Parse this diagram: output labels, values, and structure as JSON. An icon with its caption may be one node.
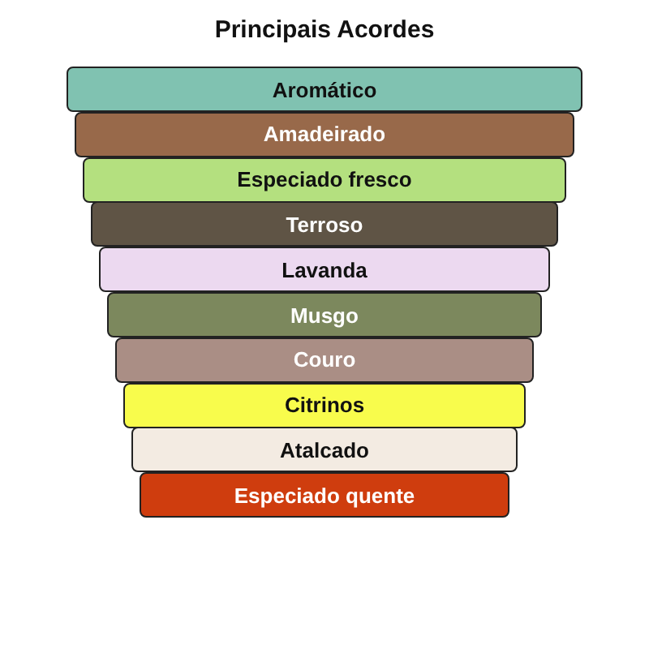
{
  "diagram": {
    "title": "Principais Acordes",
    "nodes": [
      {
        "text": [
          "Aromático"
        ]
      },
      {
        "text": [
          "Amadeirado"
        ]
      },
      {
        "text": [
          "Especiado fresco"
        ]
      },
      {
        "text": [
          "Terroso"
        ]
      },
      {
        "text": [
          "Lavanda"
        ]
      },
      {
        "text": [
          "Musgo"
        ]
      },
      {
        "text": [
          "Couro"
        ]
      },
      {
        "text": [
          "Citrinos"
        ]
      },
      {
        "text": [
          "Atalcado"
        ]
      },
      {
        "text": [
          "Especiado quente"
        ]
      }
    ]
  }
}
